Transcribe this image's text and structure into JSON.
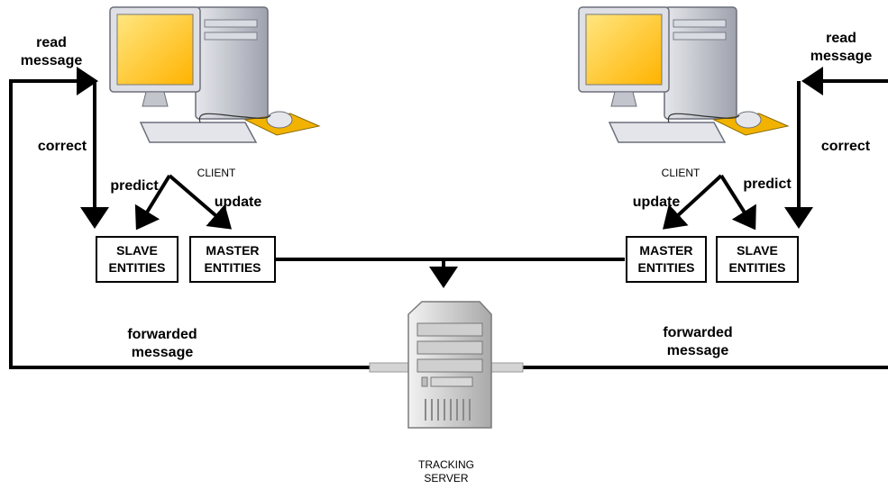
{
  "left_client": {
    "label": "CLIENT",
    "read_message": [
      "read",
      "message"
    ],
    "correct": "correct",
    "predict": "predict",
    "update": "update",
    "slave_box": [
      "SLAVE",
      "ENTITIES"
    ],
    "master_box": [
      "MASTER",
      "ENTITIES"
    ],
    "forwarded_message": [
      "forwarded",
      "message"
    ]
  },
  "right_client": {
    "label": "CLIENT",
    "read_message": [
      "read",
      "message"
    ],
    "correct": "correct",
    "predict": "predict",
    "update": "update",
    "slave_box": [
      "SLAVE",
      "ENTITIES"
    ],
    "master_box": [
      "MASTER",
      "ENTITIES"
    ],
    "forwarded_message": [
      "forwarded",
      "message"
    ]
  },
  "server": {
    "label": [
      "TRACKING",
      "SERVER"
    ]
  },
  "colors": {
    "monitor_screen": "#ffcc00",
    "computer_body": "#c9cbd3",
    "mousepad": "#f2b300",
    "server_body": "#b8b8b8",
    "line": "#000000"
  }
}
